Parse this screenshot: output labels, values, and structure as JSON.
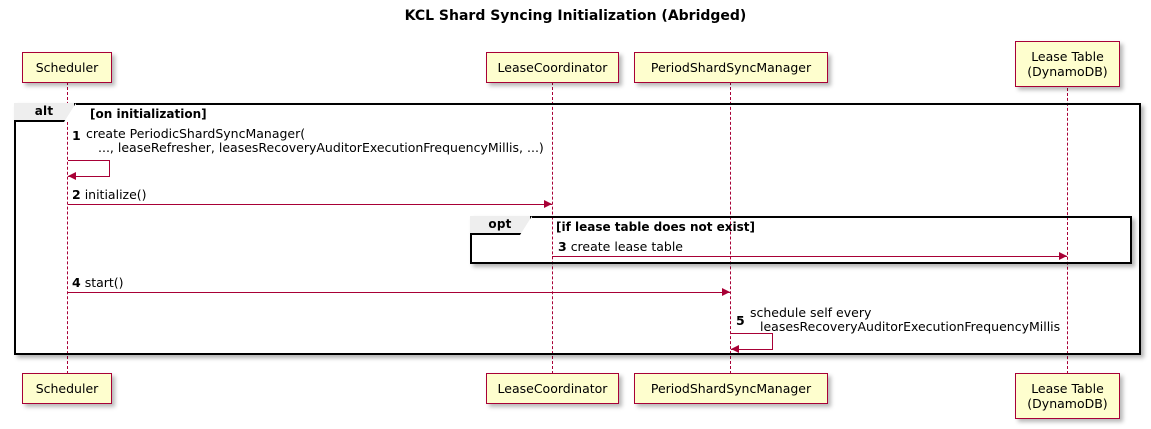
{
  "diagram": {
    "title": "KCL Shard Syncing Initialization (Abridged)",
    "type": "sequence-diagram",
    "colors": {
      "participant_fill": "#FEFECE",
      "participant_border": "#A80036",
      "arrow": "#A80036",
      "frame_border": "#000000",
      "frame_tab_fill": "#EEEEEE",
      "background": "#FFFFFF",
      "text": "#000000"
    }
  },
  "participants": [
    {
      "id": "scheduler",
      "label_line1": "Scheduler",
      "label_line2": ""
    },
    {
      "id": "leasecoord",
      "label_line1": "LeaseCoordinator",
      "label_line2": ""
    },
    {
      "id": "pssm",
      "label_line1": "PeriodShardSyncManager",
      "label_line2": ""
    },
    {
      "id": "leasetable",
      "label_line1": "Lease Table",
      "label_line2": "(DynamoDB)"
    }
  ],
  "frames": [
    {
      "id": "alt-frame",
      "type": "alt",
      "tab_label": "alt",
      "condition": "[on initialization]"
    },
    {
      "id": "opt-frame",
      "type": "opt",
      "tab_label": "opt",
      "condition": "[if lease table does not exist]"
    }
  ],
  "messages": [
    {
      "num": "1",
      "from": "scheduler",
      "to": "scheduler",
      "kind": "self",
      "text_line1": "create PeriodicShardSyncManager(",
      "text_line2": "..., leaseRefresher, leasesRecoveryAuditorExecutionFrequencyMillis, ...)"
    },
    {
      "num": "2",
      "from": "scheduler",
      "to": "leasecoord",
      "kind": "call",
      "text_line1": "initialize()",
      "text_line2": ""
    },
    {
      "num": "3",
      "from": "leasecoord",
      "to": "leasetable",
      "kind": "call",
      "text_line1": "create lease table",
      "text_line2": ""
    },
    {
      "num": "4",
      "from": "scheduler",
      "to": "pssm",
      "kind": "call",
      "text_line1": "start()",
      "text_line2": ""
    },
    {
      "num": "5",
      "from": "pssm",
      "to": "pssm",
      "kind": "self",
      "text_line1": "schedule self every",
      "text_line2": "leasesRecoveryAuditorExecutionFrequencyMillis"
    }
  ]
}
